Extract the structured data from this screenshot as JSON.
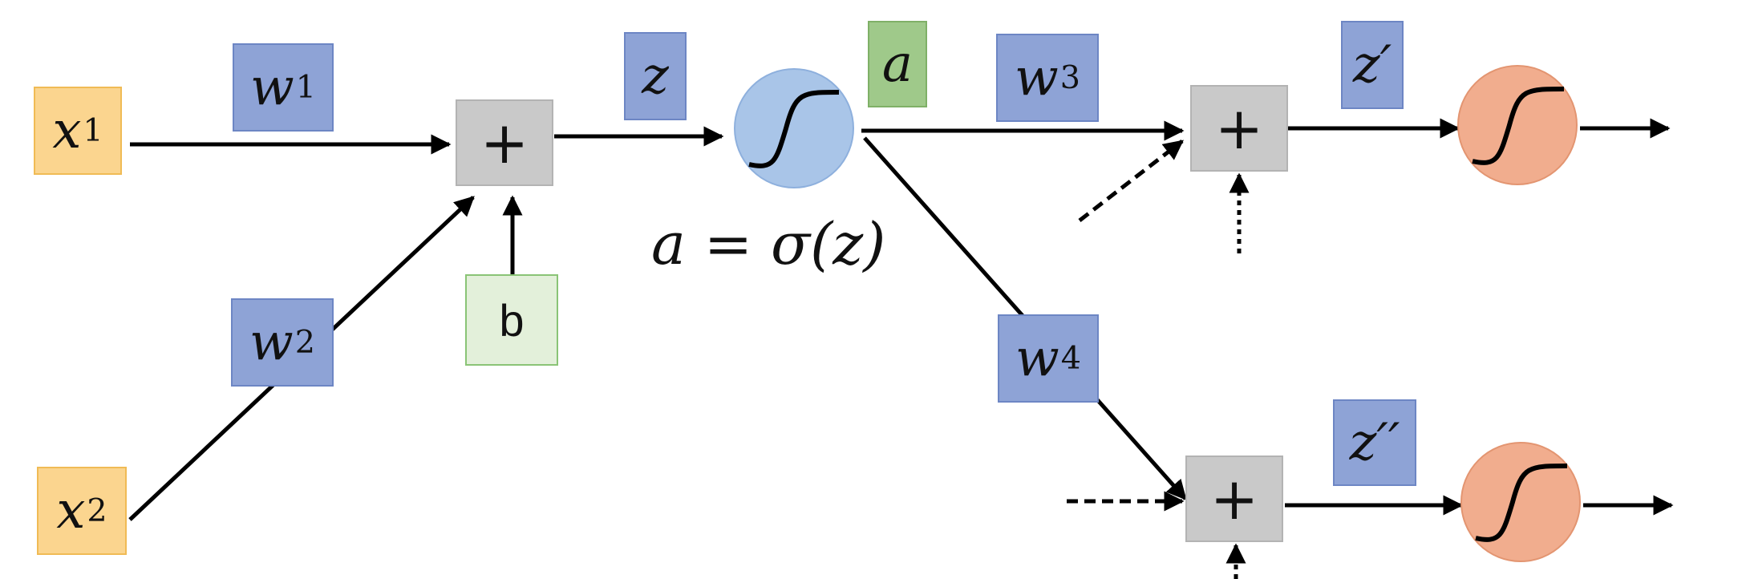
{
  "inputs": {
    "x1": "x",
    "x1_sub": "1",
    "x2": "x",
    "x2_sub": "2"
  },
  "weights": {
    "w1": "w",
    "w1_sub": "1",
    "w2": "w",
    "w2_sub": "2",
    "w3": "w",
    "w3_sub": "3",
    "w4": "w",
    "w4_sub": "4"
  },
  "bias": "b",
  "sum_symbol": "+",
  "signals": {
    "z": "z",
    "a": "a",
    "z_prime": "z′",
    "z_double_prime": "z′′"
  },
  "formula": "a = σ(z)",
  "colors": {
    "input": "#fbd58f",
    "weight": "#8ea3d6",
    "activation": "#9fc98a",
    "bias": "#e3f0da",
    "sum": "#c9c9c9",
    "neuron_hidden": "#a9c5e8",
    "neuron_output": "#f1ad8e"
  }
}
